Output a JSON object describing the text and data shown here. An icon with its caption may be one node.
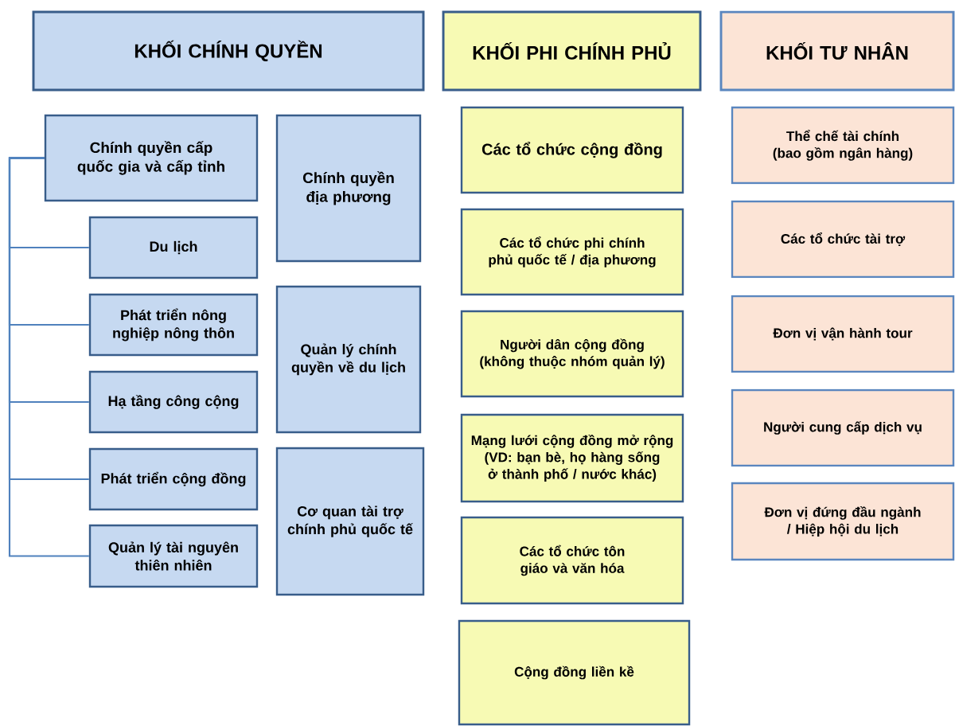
{
  "diagram": {
    "nodes": [
      {
        "text": [
          "KHỐI CHÍNH QUYỀN"
        ]
      },
      {
        "text": [
          "Chính quyền cấp quốc gia và cấp tỉnh"
        ]
      },
      {
        "text": [
          "Chính quyền địa phương"
        ]
      },
      {
        "text": [
          "Du lịch"
        ]
      },
      {
        "text": [
          "Phát triển nông nghiệp nông thôn"
        ]
      },
      {
        "text": [
          "Hạ tầng công cộng"
        ]
      },
      {
        "text": [
          "Phát triển cộng đồng"
        ]
      },
      {
        "text": [
          "Quản lý tài nguyên thiên nhiên"
        ]
      },
      {
        "text": [
          "Quản lý chính quyền về du lịch"
        ]
      },
      {
        "text": [
          "Cơ quan tài trợ chính phủ quốc tế"
        ]
      },
      {
        "text": [
          "KHỐI PHI CHÍNH PHỦ"
        ]
      },
      {
        "text": [
          "Các tổ chức cộng đồng"
        ]
      },
      {
        "text": [
          "Các tổ chức phi chính phủ quốc tế / địa phương"
        ]
      },
      {
        "text": [
          "Người dân cộng đồng (không thuộc nhóm quản lý)"
        ]
      },
      {
        "text": [
          "Mạng lưới cộng đồng mở rộng (VD: bạn bè, họ hàng sống ở thành phố / nước khác)"
        ]
      },
      {
        "text": [
          "Các tổ chức tôn giáo và văn hóa"
        ]
      },
      {
        "text": [
          "Cộng đồng liền kề"
        ]
      },
      {
        "text": [
          "KHỐI TƯ NHÂN"
        ]
      },
      {
        "text": [
          "Thể chế tài chính (bao gồm ngân hàng)"
        ]
      },
      {
        "text": [
          "Các tổ chức tài trợ"
        ]
      },
      {
        "text": [
          "Đơn vị vận hành tour"
        ]
      },
      {
        "text": [
          "Người cung cấp dịch vụ"
        ]
      },
      {
        "text": [
          "Đơn vị đứng đầu ngành / Hiệp hội du lịch"
        ]
      }
    ],
    "edges": [
      {
        "from": 1,
        "to": 3,
        "arrow": "none"
      },
      {
        "from": 1,
        "to": 4,
        "arrow": "none"
      },
      {
        "from": 1,
        "to": 5,
        "arrow": "none"
      },
      {
        "from": 1,
        "to": 6,
        "arrow": "none"
      },
      {
        "from": 1,
        "to": 7,
        "arrow": "none"
      }
    ]
  }
}
